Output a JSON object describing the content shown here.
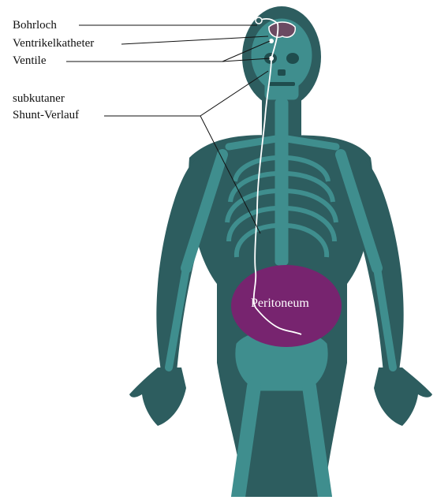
{
  "labels": {
    "bohrloch": "Bohrloch",
    "ventrikelkatheter": "Ventrikelkatheter",
    "ventile": "Ventile",
    "subkutaner": "subkutaner",
    "shunt_verlauf": "Shunt-Verlauf",
    "peritoneum": "Peritoneum"
  },
  "colors": {
    "body": "#2d5d5f",
    "skeleton": "#3f8e8e",
    "organ": "#77246f",
    "shunt": "#ffffff",
    "leader": "#111111"
  }
}
